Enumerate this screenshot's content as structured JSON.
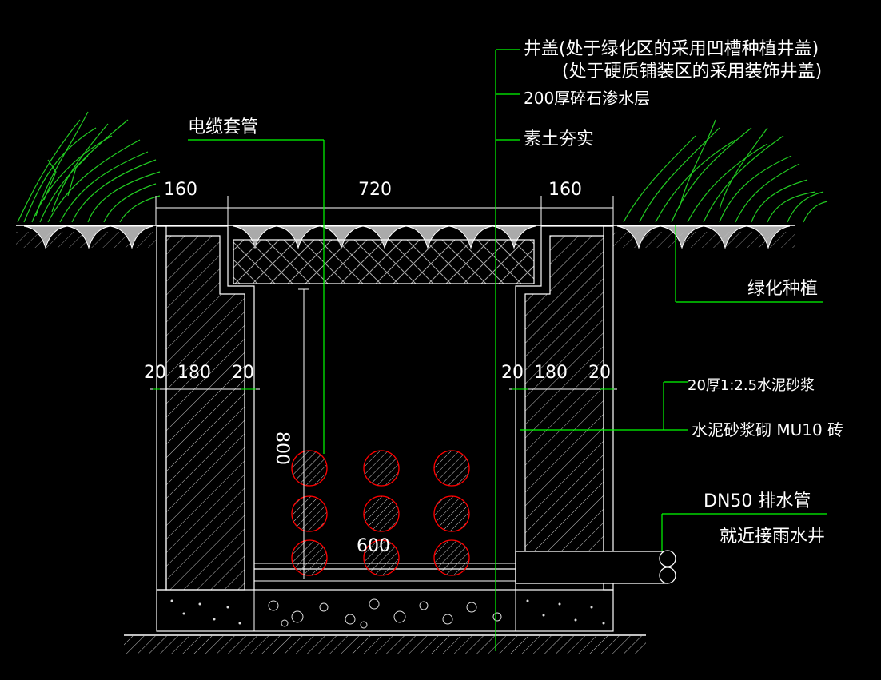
{
  "dimensions": {
    "top_left": "160",
    "top_mid": "720",
    "top_right": "160",
    "wall_left_a": "20",
    "wall_left_b": "180",
    "wall_left_c": "20",
    "wall_right_a": "20",
    "wall_right_b": "180",
    "wall_right_c": "20",
    "height": "800",
    "width_inner": "600"
  },
  "labels": {
    "cover_line1": "井盖(处于绿化区的采用凹槽种植井盖)",
    "cover_line2": "(处于硬质铺装区的采用装饰井盖)",
    "gravel": "200厚碎石渗水层",
    "soil": "素土夯实",
    "cable": "电缆套管",
    "planting": "绿化种植",
    "mortar": "20厚1:2.5水泥砂浆",
    "brick": "水泥砂浆砌 MU10   砖",
    "pipe": "DN50   排水管",
    "drain": "就近接雨水井"
  },
  "colors": {
    "line": "#ffffff",
    "leader": "#00ff00",
    "pipe": "#ff0000",
    "hatch": "#bbbbbb"
  }
}
